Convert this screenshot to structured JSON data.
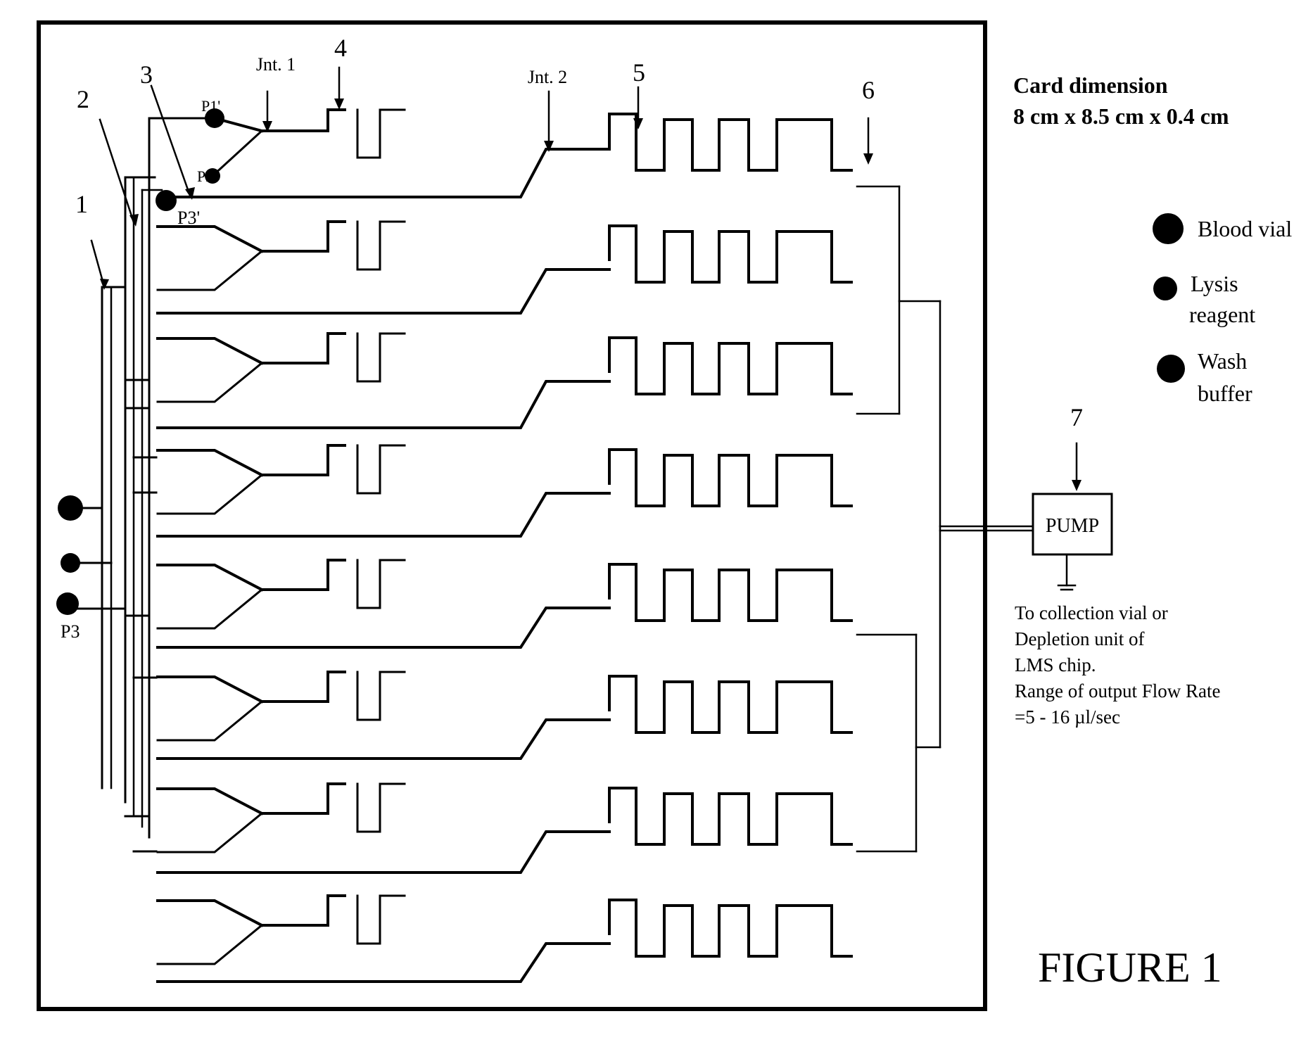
{
  "labels": {
    "n1": "1",
    "n2": "2",
    "n3": "3",
    "n4": "4",
    "n5": "5",
    "n6": "6",
    "n7": "7",
    "jnt1": "Jnt. 1",
    "jnt2": "Jnt. 2",
    "p1": "P1'",
    "p2": "P2'",
    "p3prime": "P3'",
    "p3": "P3"
  },
  "card": {
    "title": "Card dimension",
    "dims": "8 cm x 8.5 cm x 0.4 cm"
  },
  "legend": [
    {
      "lines": [
        "Blood vial"
      ]
    },
    {
      "lines": [
        "Lysis",
        "reagent"
      ]
    },
    {
      "lines": [
        "Wash",
        "buffer"
      ]
    }
  ],
  "pump": {
    "label": "PUMP"
  },
  "output_note": [
    "To collection vial or",
    "Depletion unit of",
    "LMS chip.",
    "Range of output Flow Rate",
    "=5 - 16 µl/sec"
  ],
  "figure_title": "FIGURE 1",
  "colors": {
    "ink": "#000000",
    "background": "#ffffff"
  }
}
